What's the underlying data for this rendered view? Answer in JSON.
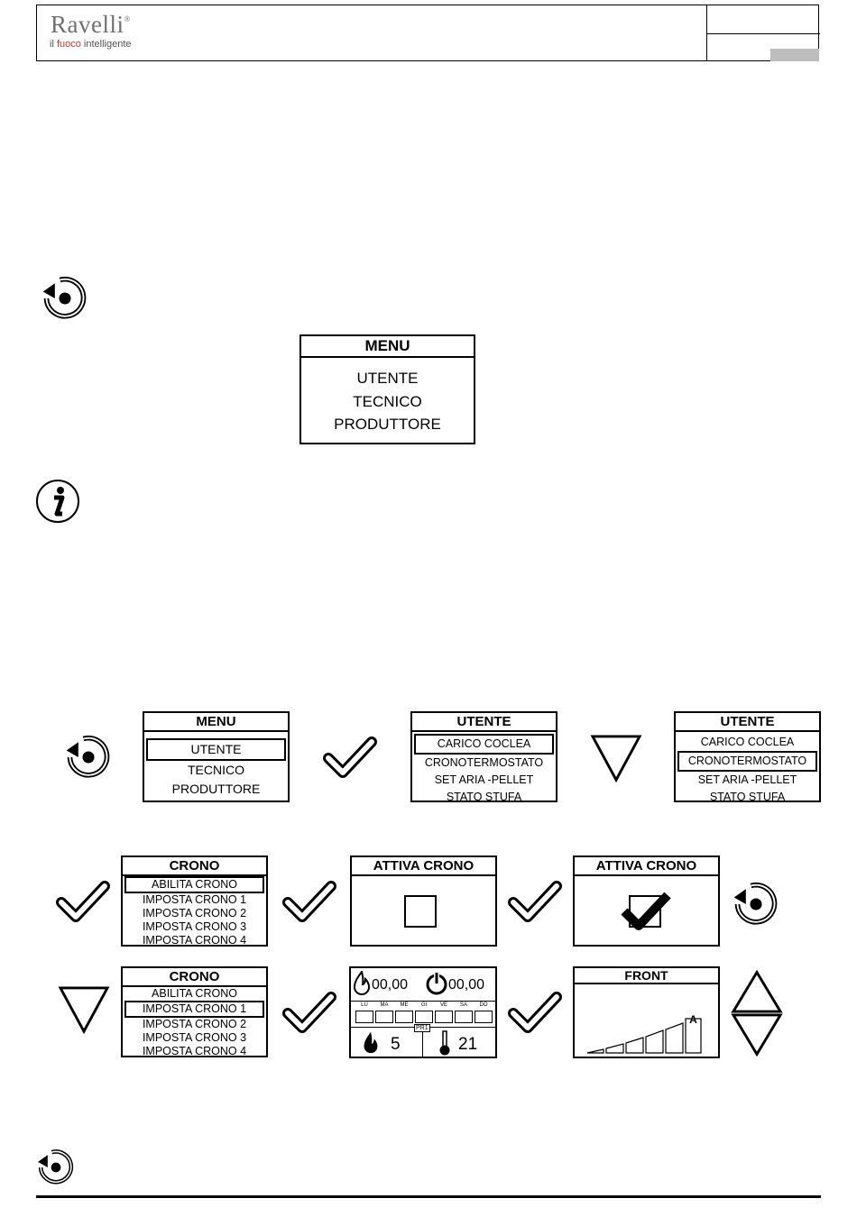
{
  "header": {
    "brand": "Ravelli",
    "registered": "®",
    "tagline_prefix": "il ",
    "tagline_highlight": "fuoco",
    "tagline_suffix": " intelligente"
  },
  "main_menu": {
    "title": "MENU",
    "items": [
      "UTENTE",
      "TECNICO",
      "PRODUTTORE"
    ]
  },
  "flow": {
    "menu": {
      "title": "MENU",
      "items": [
        "UTENTE",
        "TECNICO",
        "PRODUTTORE"
      ],
      "selected": 0
    },
    "utente_1": {
      "title": "UTENTE",
      "items": [
        "CARICO COCLEA",
        "CRONOTERMOSTATO",
        "SET ARIA -PELLET",
        "STATO STUFA"
      ],
      "selected": 0
    },
    "utente_2": {
      "title": "UTENTE",
      "items": [
        "CARICO COCLEA",
        "CRONOTERMOSTATO",
        "SET ARIA -PELLET",
        "STATO STUFA"
      ],
      "selected": 1
    },
    "crono_1": {
      "title": "CRONO",
      "items": [
        "ABILITA CRONO",
        "IMPOSTA CRONO 1",
        "IMPOSTA CRONO 2",
        "IMPOSTA CRONO 3",
        "IMPOSTA CRONO 4"
      ],
      "selected": 0
    },
    "attiva_1": {
      "title": "ATTIVA CRONO",
      "checked": false
    },
    "attiva_2": {
      "title": "ATTIVA CRONO",
      "checked": true
    },
    "crono_2": {
      "title": "CRONO",
      "items": [
        "ABILITA CRONO",
        "IMPOSTA CRONO 1",
        "IMPOSTA CRONO 2",
        "IMPOSTA CRONO 3",
        "IMPOSTA CRONO 4"
      ],
      "selected": 1
    },
    "program": {
      "on_time": "00,00",
      "off_time": "00,00",
      "days": [
        "LU",
        "MA",
        "ME",
        "GI",
        "VE",
        "SA",
        "DO"
      ],
      "program_label": "PR1",
      "power": "5",
      "temperature": "21"
    },
    "front": {
      "title": "FRONT",
      "auto_label": "A"
    }
  },
  "icons": {
    "back": "back-arrow-icon",
    "info": "info-icon",
    "confirm": "checkmark-icon",
    "down": "down-triangle-icon",
    "updown": "up-down-arrows-icon"
  }
}
